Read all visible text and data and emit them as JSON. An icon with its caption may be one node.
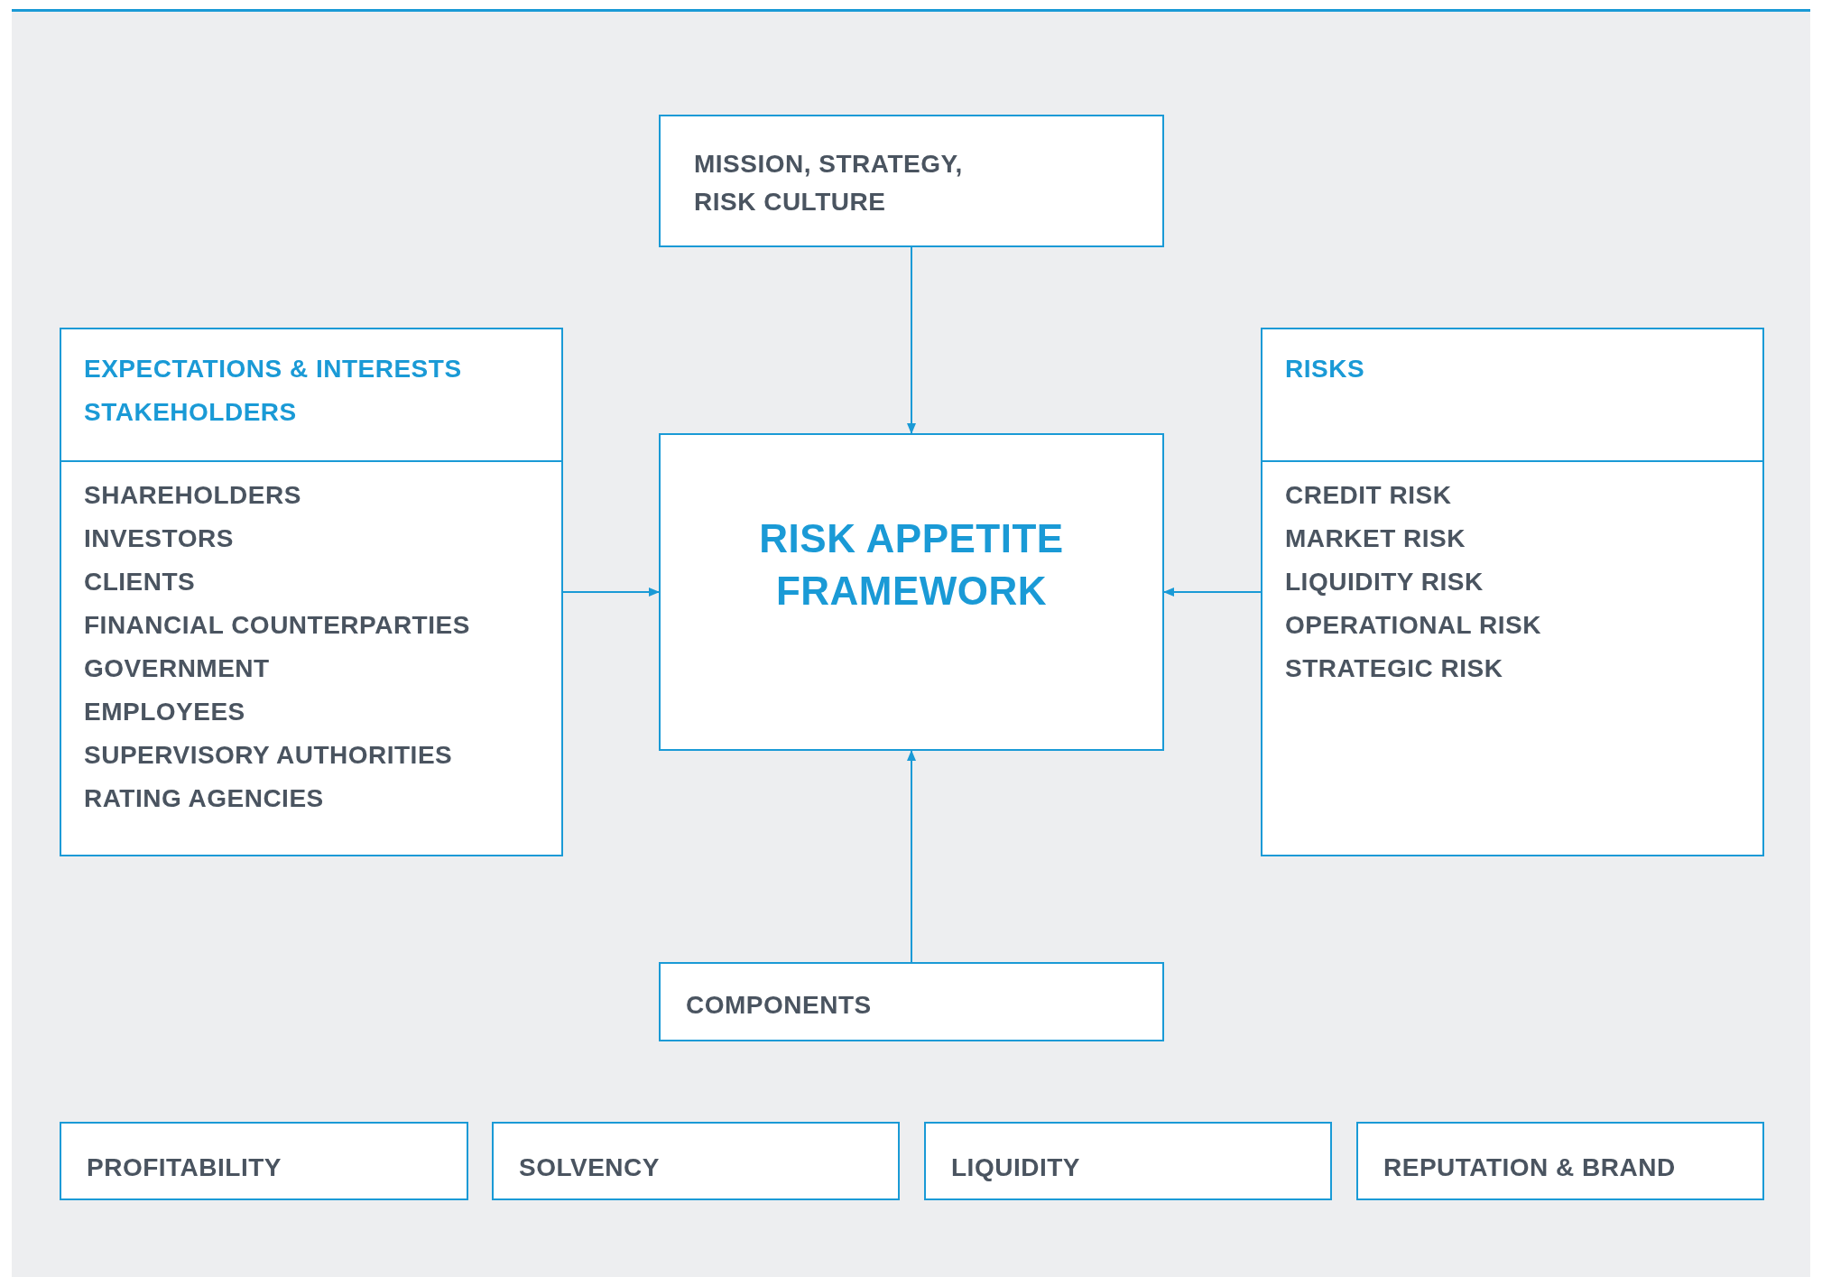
{
  "diagram": {
    "nodes": [
      {
        "text": [
          "MISSION, STRATEGY, RISK CULTURE"
        ]
      },
      {
        "text": [
          "EXPECTATIONS & INTERESTS STAKEHOLDERS",
          "SHAREHOLDERS",
          "INVESTORS",
          "CLIENTS",
          "FINANCIAL COUNTERPARTIES",
          "GOVERNMENT",
          "EMPLOYEES",
          "SUPERVISORY AUTHORITIES",
          "RATING AGENCIES"
        ]
      },
      {
        "text": [
          "RISK APPETITE FRAMEWORK"
        ]
      },
      {
        "text": [
          "RISKS",
          "CREDIT RISK",
          "MARKET RISK",
          "LIQUIDITY RISK",
          "OPERATIONAL RISK",
          "STRATEGIC RISK"
        ]
      },
      {
        "text": [
          "COMPONENTS"
        ]
      },
      {
        "text": [
          "PROFITABILITY"
        ]
      },
      {
        "text": [
          "SOLVENCY"
        ]
      },
      {
        "text": [
          "LIQUIDITY"
        ]
      },
      {
        "text": [
          "REPUTATION & BRAND"
        ]
      }
    ],
    "edges": [
      {
        "from": 0,
        "to": 2,
        "arrow": "to"
      },
      {
        "from": 1,
        "to": 2,
        "arrow": "to"
      },
      {
        "from": 3,
        "to": 2,
        "arrow": "to"
      },
      {
        "from": 4,
        "to": 2,
        "arrow": "to"
      }
    ]
  }
}
